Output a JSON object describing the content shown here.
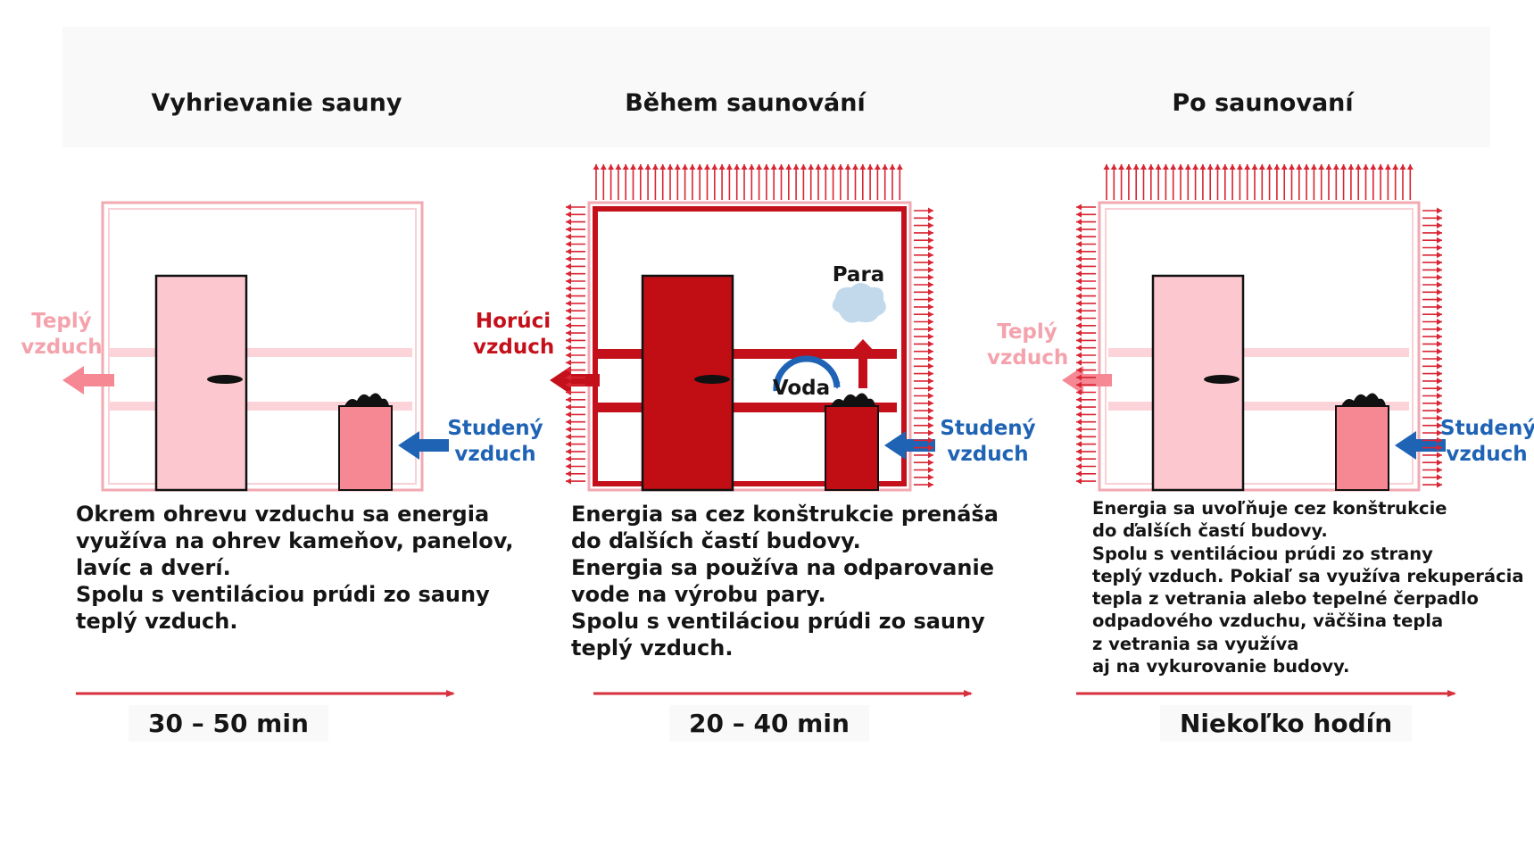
{
  "panels": [
    {
      "title": "Vyhrievanie sauny",
      "left_air_label": [
        "Teplý",
        "vzduch"
      ],
      "right_air_label": [
        "Studený",
        "vzduch"
      ],
      "description": [
        "Okrem ohrevu vzduchu sa energia",
        "využíva na ohrev kameňov, panelov,",
        "lavíc a dverí.",
        "Spolu s ventiláciou prúdi zo sauny",
        "teplý vzduch."
      ],
      "duration": "30 – 50 min"
    },
    {
      "title": "Během saunování",
      "left_air_label": [
        "Horúci",
        "vzduch"
      ],
      "right_air_label": [
        "Studený",
        "vzduch"
      ],
      "steam_label": "Para",
      "water_label": "Voda",
      "description": [
        "Energia sa cez konštrukcie prenáša",
        "do ďalších častí budovy.",
        "Energia sa používa na odparovanie",
        "vode na výrobu pary.",
        "Spolu s ventiláciou prúdi zo sauny",
        "teplý vzduch."
      ],
      "duration": "20 – 40 min"
    },
    {
      "title": "Po saunovaní",
      "left_air_label": [
        "Teplý",
        "vzduch"
      ],
      "right_air_label": [
        "Studený",
        "vzduch"
      ],
      "description": [
        "Energia sa uvoľňuje cez konštrukcie",
        "do ďalších častí budovy.",
        "Spolu s ventiláciou prúdi zo strany",
        "teplý vzduch. Pokiaľ sa využíva rekuperácia",
        "tepla z vetrania alebo tepelné čerpadlo",
        "odpadového vzduchu, väčšina tepla",
        "z vetrania sa využíva",
        "aj na vykurovanie budovy."
      ],
      "duration": "Niekoľko hodín"
    }
  ],
  "colors": {
    "warm_pink": "#f4a3ad",
    "light_pink": "#fcc7cf",
    "hot_red": "#c4101a",
    "cold_blue": "#1f63b5",
    "timeline_red": "#d6303c"
  }
}
